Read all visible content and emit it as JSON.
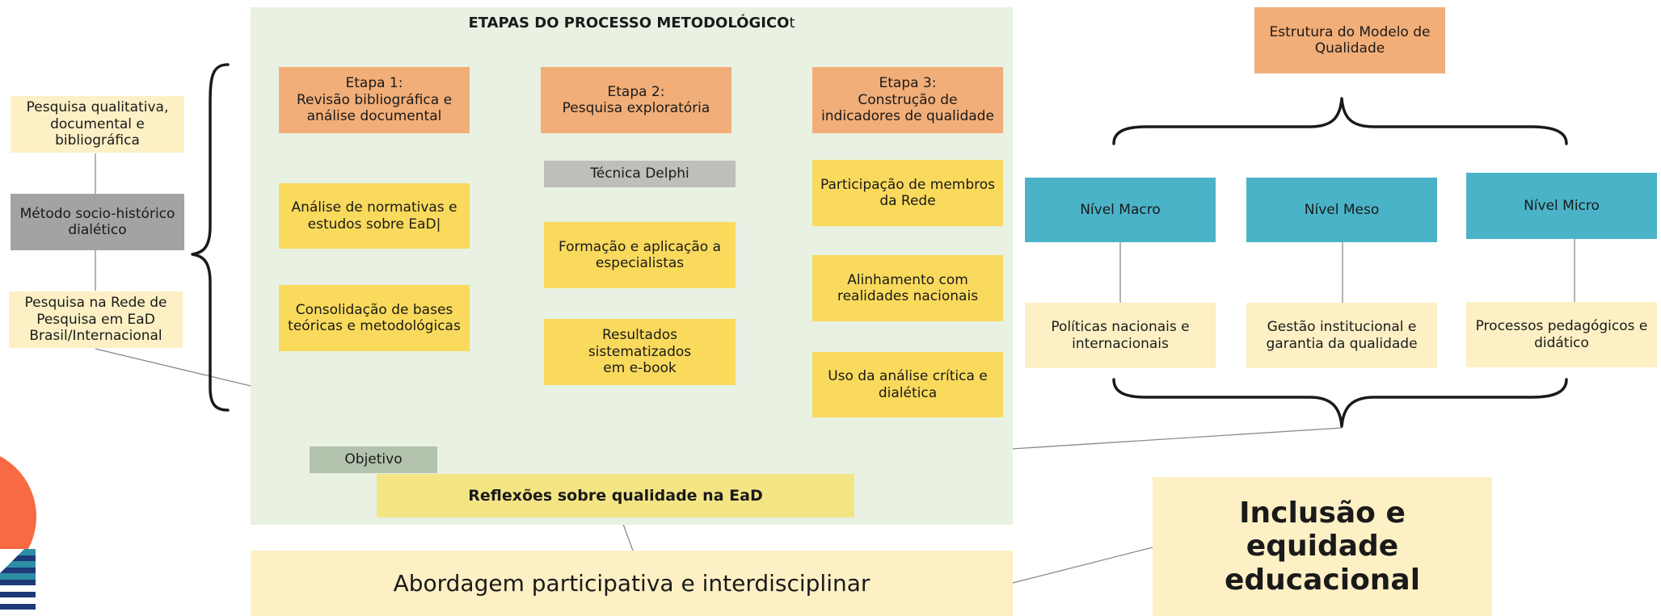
{
  "colors": {
    "panel": "#E8F1E2",
    "etapa": "#F2AE78",
    "yellow": "#FADA5C",
    "cream": "#FDF0C5",
    "gray_dark": "#A3A3A3",
    "gray_light": "#BDBFB8",
    "green_gray": "#B3C2AC",
    "yellow_light": "#F4E584",
    "teal": "#4BB3C8",
    "line": "#8a8a8a",
    "brace": "#1a1a1a",
    "deco_orange": "#F76A43",
    "deco_teal": "#2E8EA5",
    "deco_navy": "#1E3A78"
  },
  "panel": {
    "title": "ETAPAS DO PROCESSO METODOLÓGICO",
    "title_suffix": "t"
  },
  "left": {
    "qualitativa": "Pesquisa qualitativa,\ndocumental e bibliográfica",
    "metodo": "Método socio-histórico\ndialético",
    "rede": "Pesquisa na Rede de\nPesquisa em EaD\nBrasil/Internacional"
  },
  "etapa1": {
    "header": "Etapa 1:\nRevisão bibliográfica e\nanálise documental",
    "item1": "Análise de normativas e\nestudos sobre EaD|",
    "item2": "Consolidação de bases\nteóricas e metodológicas"
  },
  "etapa2": {
    "header": "Etapa 2:\nPesquisa exploratória",
    "technique": "Técnica Delphi",
    "item1": "Formação e aplicação a\nespecialistas",
    "item2": "Resultados sistematizados\nem e-book"
  },
  "etapa3": {
    "header": "Etapa 3:\nConstrução de\nindicadores de qualidade",
    "item1": "Participação de membros\nda Rede",
    "item2": "Alinhamento com\nrealidades nacionais",
    "item3": "Uso da análise crítica e\ndialética"
  },
  "objetivo": "Objetivo",
  "reflexoes": "Reflexões sobre qualidade na EaD",
  "abordagem": "Abordagem participativa e interdisciplinar",
  "inclusao": "Inclusão e equidade\neducacional",
  "modelo": {
    "title": "Estrutura do Modelo de\nQualidade",
    "levels": [
      {
        "name": "Nível Macro",
        "desc": "Políticas nacionais e\ninternacionais"
      },
      {
        "name": "Nível Meso",
        "desc": "Gestão institucional e\ngarantia da qualidade"
      },
      {
        "name": "Nível Micro",
        "desc": "Processos pedagógicos e\ndidático"
      }
    ]
  }
}
